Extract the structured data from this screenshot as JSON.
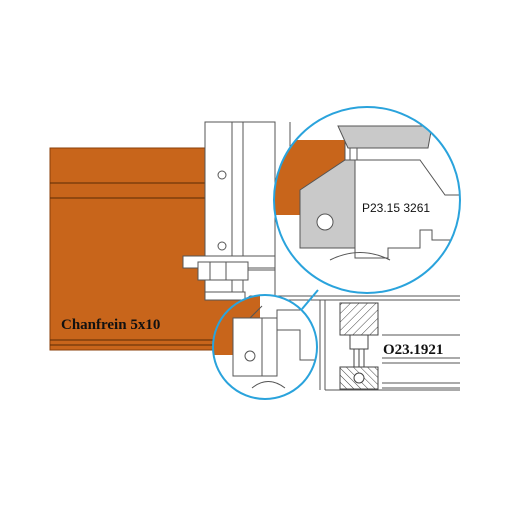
{
  "labels": {
    "chamfer": "Chanfrein 5x10",
    "part_ref": "O23.1921",
    "insert_ref": "P23.15 3261"
  },
  "colors": {
    "wood": "#c8651b",
    "wood_edge": "#8a3f0a",
    "outline": "#555555",
    "magnifier_ring": "#2aa3dc",
    "insert_grey": "#c9c9c9",
    "background": "#ffffff"
  },
  "icons": {
    "magnifier_large": "zoom-detail-circle",
    "magnifier_small": "zoom-detail-circle",
    "screw": "screw-hatched"
  }
}
